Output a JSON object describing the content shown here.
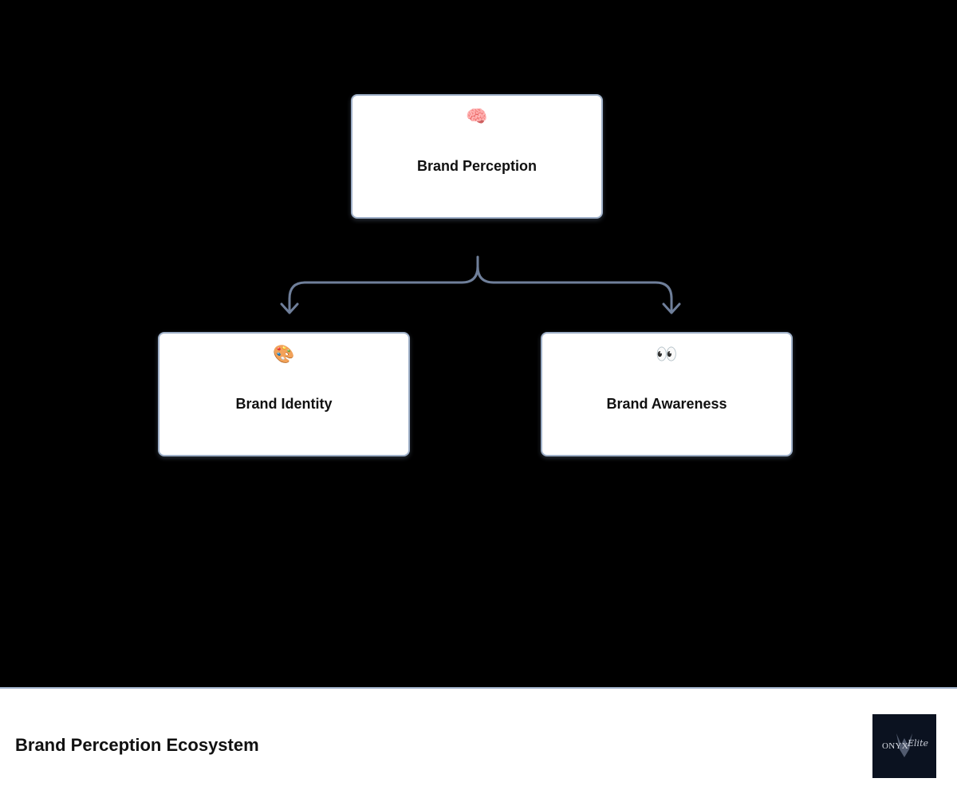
{
  "diagram": {
    "nodes": {
      "root": {
        "icon": "🧠",
        "icon_name": "brain-icon",
        "label": "Brand Perception"
      },
      "left": {
        "icon": "🎨",
        "icon_name": "palette-icon",
        "label": "Brand Identity"
      },
      "right": {
        "icon": "👀",
        "icon_name": "eyes-icon",
        "label": "Brand Awareness"
      }
    },
    "connector_color": "#6f7f9a"
  },
  "footer": {
    "title": "Brand Perception Ecosystem",
    "logo": {
      "text": "ONYX",
      "script": "Elite"
    }
  },
  "colors": {
    "background": "#000000",
    "node_border": "#9fb0c8",
    "footer_background": "#ffffff",
    "logo_background": "#0b1220"
  }
}
